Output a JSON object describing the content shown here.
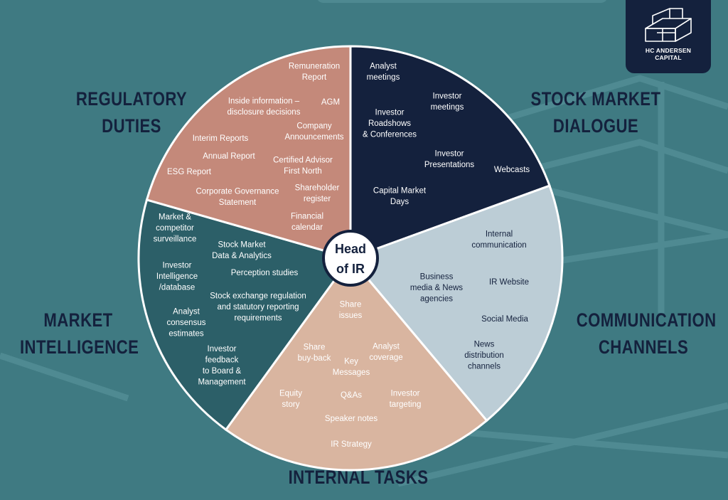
{
  "logo": {
    "line1": "HC ANDERSEN",
    "line2": "CAPITAL"
  },
  "center": {
    "line1": "Head",
    "line2": "of IR"
  },
  "categories": {
    "regulatory": [
      "REGULATORY",
      "DUTIES"
    ],
    "stock_market": [
      "STOCK MARKET",
      "DIALOGUE"
    ],
    "communication": [
      "COMMUNICATION",
      "CHANNELS"
    ],
    "internal": [
      "INTERNAL TASKS"
    ],
    "market_intel": [
      "MARKET",
      "INTELLIGENCE"
    ]
  },
  "colors": {
    "background": "#3f7a82",
    "regulatory": "#c4897a",
    "stock_market": "#14213d",
    "communication": "#bccdd6",
    "internal": "#d9b5a0",
    "market_intel": "#2c5f68",
    "category_text": "#14213d"
  },
  "segments": {
    "regulatory": [
      [
        "Remuneration",
        "Report"
      ],
      [
        "Inside information –",
        "disclosure decisions"
      ],
      [
        "AGM"
      ],
      [
        "Company",
        "Announcements"
      ],
      [
        "Interim Reports"
      ],
      [
        "Annual Report"
      ],
      [
        "Certified Advisor",
        "First North"
      ],
      [
        "ESG Report"
      ],
      [
        "Corporate Governance",
        "Statement"
      ],
      [
        "Shareholder",
        "register"
      ],
      [
        "Financial",
        "calendar"
      ]
    ],
    "stock_market": [
      [
        "Analyst",
        "meetings"
      ],
      [
        "Investor",
        "meetings"
      ],
      [
        "Investor",
        "Roadshows",
        "& Conferences"
      ],
      [
        "Investor",
        "Presentations"
      ],
      [
        "Webcasts"
      ],
      [
        "Capital Market",
        "Days"
      ]
    ],
    "communication": [
      [
        "Internal",
        "communication"
      ],
      [
        "Business",
        "media & News",
        "agencies"
      ],
      [
        "IR Website"
      ],
      [
        "Social Media"
      ],
      [
        "News",
        "distribution",
        "channels"
      ]
    ],
    "internal": [
      [
        "Share",
        "issues"
      ],
      [
        "Share",
        "buy-back"
      ],
      [
        "Analyst",
        "coverage"
      ],
      [
        "Key",
        "Messages"
      ],
      [
        "Equity",
        "story"
      ],
      [
        "Q&As"
      ],
      [
        "Investor",
        "targeting"
      ],
      [
        "Speaker notes"
      ],
      [
        "IR Strategy"
      ]
    ],
    "market_intel": [
      [
        "Market &",
        "competitor",
        "surveillance"
      ],
      [
        "Stock Market",
        "Data & Analytics"
      ],
      [
        "Investor",
        "Intelligence",
        "/database"
      ],
      [
        "Perception studies"
      ],
      [
        "Stock exchange regulation",
        "and statutory reporting",
        "requirements"
      ],
      [
        "Analyst",
        "consensus",
        "estimates"
      ],
      [
        "Investor",
        "feedback",
        "to Board &",
        "Management"
      ]
    ]
  }
}
